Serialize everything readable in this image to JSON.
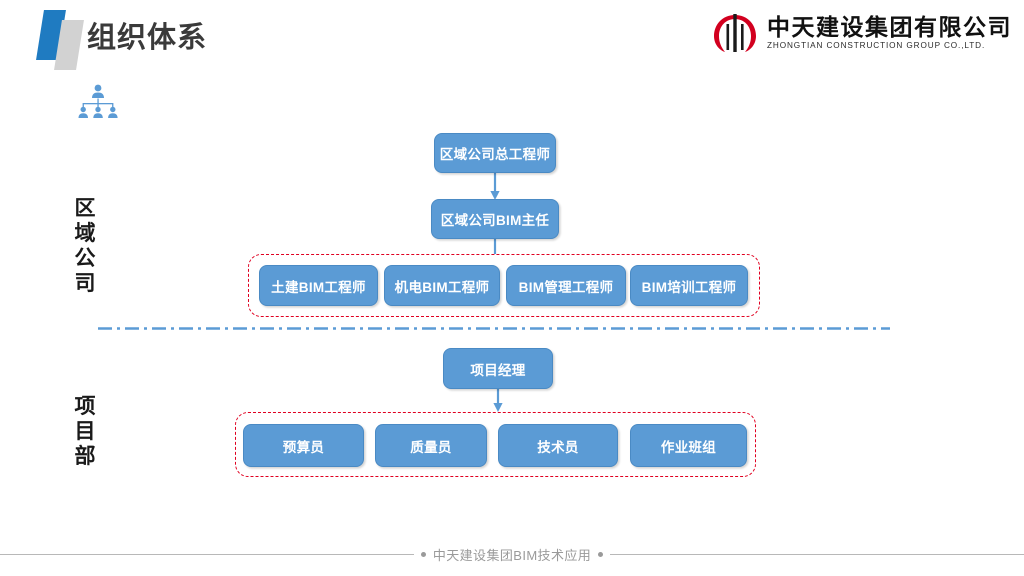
{
  "header": {
    "title": "组织体系",
    "accent_blue": "#1F7BC1",
    "accent_gray": "#D2D2D2",
    "title_color": "#3A3A3A"
  },
  "logo": {
    "company_cn": "中天建设集团有限公司",
    "company_en": "ZHONGTIAN CONSTRUCTION GROUP CO.,LTD.",
    "mark_color": "#D2001F"
  },
  "sections": {
    "region": {
      "label_chars": [
        "区",
        "域",
        "公",
        "司"
      ]
    },
    "project": {
      "label_chars": [
        "项",
        "目",
        "部"
      ]
    }
  },
  "org_chart": {
    "node_fill": "#5B9BD5",
    "node_border": "#4A8AC4",
    "node_text_color": "#FFFFFF",
    "group_border_color": "#E00020",
    "connector_color": "#5B9BD5",
    "divider_color": "#5B9BD5",
    "region_tier": {
      "chief_engineer": "区域公司总工程师",
      "bim_director": "区域公司BIM主任",
      "specialists": [
        "土建BIM工程师",
        "机电BIM工程师",
        "BIM管理工程师",
        "BIM培训工程师"
      ]
    },
    "project_tier": {
      "project_manager": "项目经理",
      "members": [
        "预算员",
        "质量员",
        "技术员",
        "作业班组"
      ]
    }
  },
  "footer": {
    "text": "中天建设集团BIM技术应用",
    "color": "#9A9A9A"
  }
}
